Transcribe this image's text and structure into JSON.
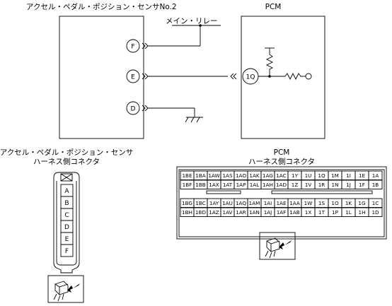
{
  "diagram": {
    "sensor_title": "アクセル・ペダル・ポジション・センサNo.2",
    "pcm_title": "PCM",
    "main_relay_label": "メイン・リレー",
    "sensor_pins": [
      "F",
      "E",
      "D"
    ],
    "pcm_pin": "1Q"
  },
  "sensor_connector": {
    "title_line1": "アクセル・ペダル・ポジション・センサ",
    "title_line2": "ハーネス側コネクタ",
    "pins": [
      "A",
      "B",
      "C",
      "D",
      "E",
      "F"
    ]
  },
  "pcm_connector": {
    "title_line1": "PCM",
    "title_line2": "ハーネス側コネクタ",
    "rows": [
      [
        "1BE",
        "1BA",
        "1AW",
        "1AS",
        "1AO",
        "1AK",
        "1AG",
        "1AC",
        "1Y",
        "1U",
        "1Q",
        "1M",
        "1I",
        "1E",
        "1A"
      ],
      [
        "1BF",
        "1BB",
        "1AX",
        "1AT",
        "1AP",
        "1AL",
        "1AH",
        "1AD",
        "1Z",
        "1V",
        "1R",
        "1N",
        "1J",
        "1F",
        "1B"
      ],
      [
        "1BG",
        "1BC",
        "1AY",
        "1AU",
        "1AQ",
        "1AM",
        "1AI",
        "1AE",
        "1AA",
        "1W",
        "1S",
        "1O",
        "1K",
        "1G",
        "1C"
      ],
      [
        "1BH",
        "1BD",
        "1AZ",
        "1AV",
        "1AR",
        "1AN",
        "1AJ",
        "1AF",
        "1AB",
        "1X",
        "1T",
        "1P",
        "1L",
        "1H",
        "1D"
      ]
    ]
  }
}
